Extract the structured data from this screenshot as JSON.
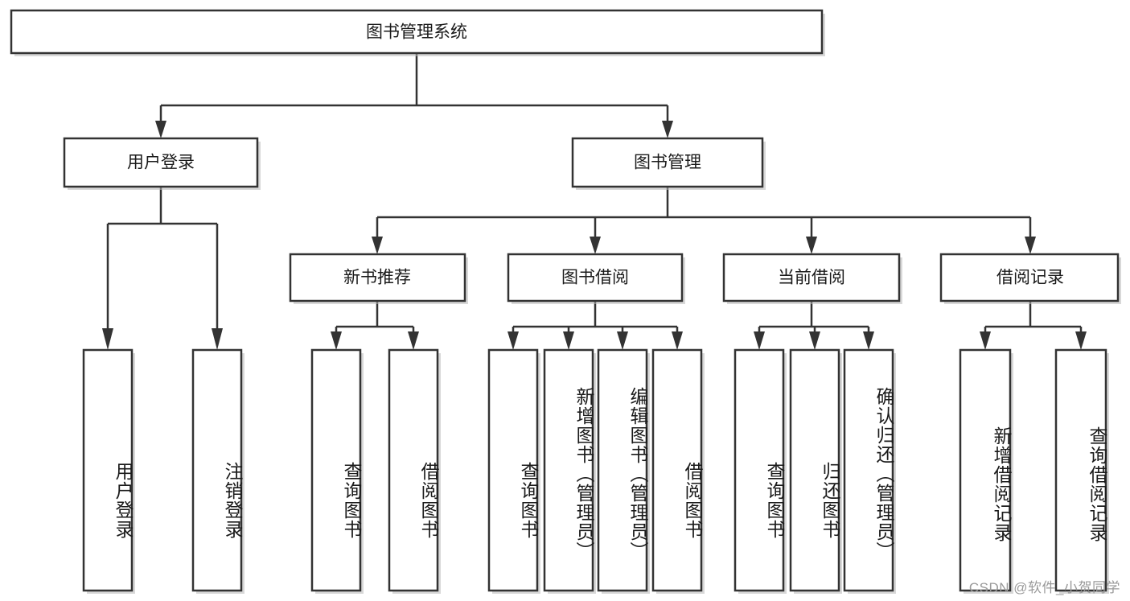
{
  "diagram": {
    "title": "图书管理系统",
    "type": "tree-hierarchy",
    "watermark": "CSDN @软件_小贺同学",
    "root": {
      "id": "root",
      "label": "图书管理系统"
    },
    "level2": [
      {
        "id": "user-login",
        "label": "用户登录"
      },
      {
        "id": "book-management",
        "label": "图书管理"
      }
    ],
    "level3": [
      {
        "id": "new-book-recommend",
        "label": "新书推荐"
      },
      {
        "id": "book-borrow",
        "label": "图书借阅"
      },
      {
        "id": "current-borrow",
        "label": "当前借阅"
      },
      {
        "id": "borrow-record",
        "label": "借阅记录"
      }
    ],
    "leaves": [
      {
        "id": "leaf-user-login",
        "label": "用户登录",
        "parent": "user-login"
      },
      {
        "id": "leaf-logout",
        "label": "注销登录",
        "parent": "user-login"
      },
      {
        "id": "leaf-query-book-1",
        "label": "查询图书",
        "parent": "new-book-recommend"
      },
      {
        "id": "leaf-borrow-book-1",
        "label": "借阅图书",
        "parent": "new-book-recommend"
      },
      {
        "id": "leaf-query-book-2",
        "label": "查询图书",
        "parent": "book-borrow"
      },
      {
        "id": "leaf-add-book",
        "label": "新增图书（管理员）",
        "parent": "book-borrow"
      },
      {
        "id": "leaf-edit-book",
        "label": "编辑图书（管理员）",
        "parent": "book-borrow"
      },
      {
        "id": "leaf-borrow-book-2",
        "label": "借阅图书",
        "parent": "book-borrow"
      },
      {
        "id": "leaf-query-book-3",
        "label": "查询图书",
        "parent": "current-borrow"
      },
      {
        "id": "leaf-return-book",
        "label": "归还图书",
        "parent": "current-borrow"
      },
      {
        "id": "leaf-confirm-return",
        "label": "确认归还（管理员）",
        "parent": "current-borrow"
      },
      {
        "id": "leaf-add-record",
        "label": "新增借阅记录",
        "parent": "borrow-record"
      },
      {
        "id": "leaf-query-record",
        "label": "查询借阅记录",
        "parent": "borrow-record"
      }
    ],
    "colors": {
      "box_fill": "#ffffff",
      "box_stroke": "#333333",
      "text": "#1a1a1a",
      "watermark": "#9a9a9a",
      "background": "#ffffff"
    }
  }
}
